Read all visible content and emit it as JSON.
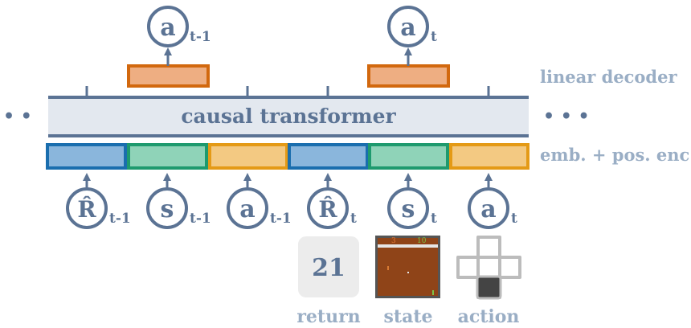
{
  "transformer": {
    "label": "causal transformer"
  },
  "side_labels": {
    "decoder": "linear decoder",
    "embedding": "emb. + pos. enc."
  },
  "ellipsis": {
    "left": "• •",
    "right": "• • •"
  },
  "outputs": [
    {
      "symbol": "a",
      "subscript": "t-1"
    },
    {
      "symbol": "a",
      "subscript": "t"
    }
  ],
  "inputs": [
    {
      "symbol": "R̂",
      "subscript": "t-1",
      "kind": "return"
    },
    {
      "symbol": "s",
      "subscript": "t-1",
      "kind": "state"
    },
    {
      "symbol": "a",
      "subscript": "t-1",
      "kind": "action"
    },
    {
      "symbol": "R̂",
      "subscript": "t",
      "kind": "return"
    },
    {
      "symbol": "s",
      "subscript": "t",
      "kind": "state"
    },
    {
      "symbol": "a",
      "subscript": "t",
      "kind": "action"
    }
  ],
  "legend": {
    "return_value": "21",
    "return_label": "return",
    "state_label": "state",
    "action_label": "action",
    "game_score_left": "3",
    "game_score_right": "10"
  },
  "colors": {
    "slate": "#5b7394",
    "slate_light": "#9aaec5",
    "transformer_fill": "#e3e8ef",
    "return_fill": "#8ab6dc",
    "return_stroke": "#1a6eae",
    "state_fill": "#8fd3b8",
    "state_stroke": "#1e9a6e",
    "action_fill": "#f3c982",
    "action_stroke": "#e49a16",
    "decoder_fill": "#eeae82",
    "decoder_stroke": "#d2680e",
    "game_bg": "#8f4418",
    "game_frame": "#555555",
    "dpad_outline": "#bcbcbc",
    "dpad_pressed": "#444444"
  }
}
